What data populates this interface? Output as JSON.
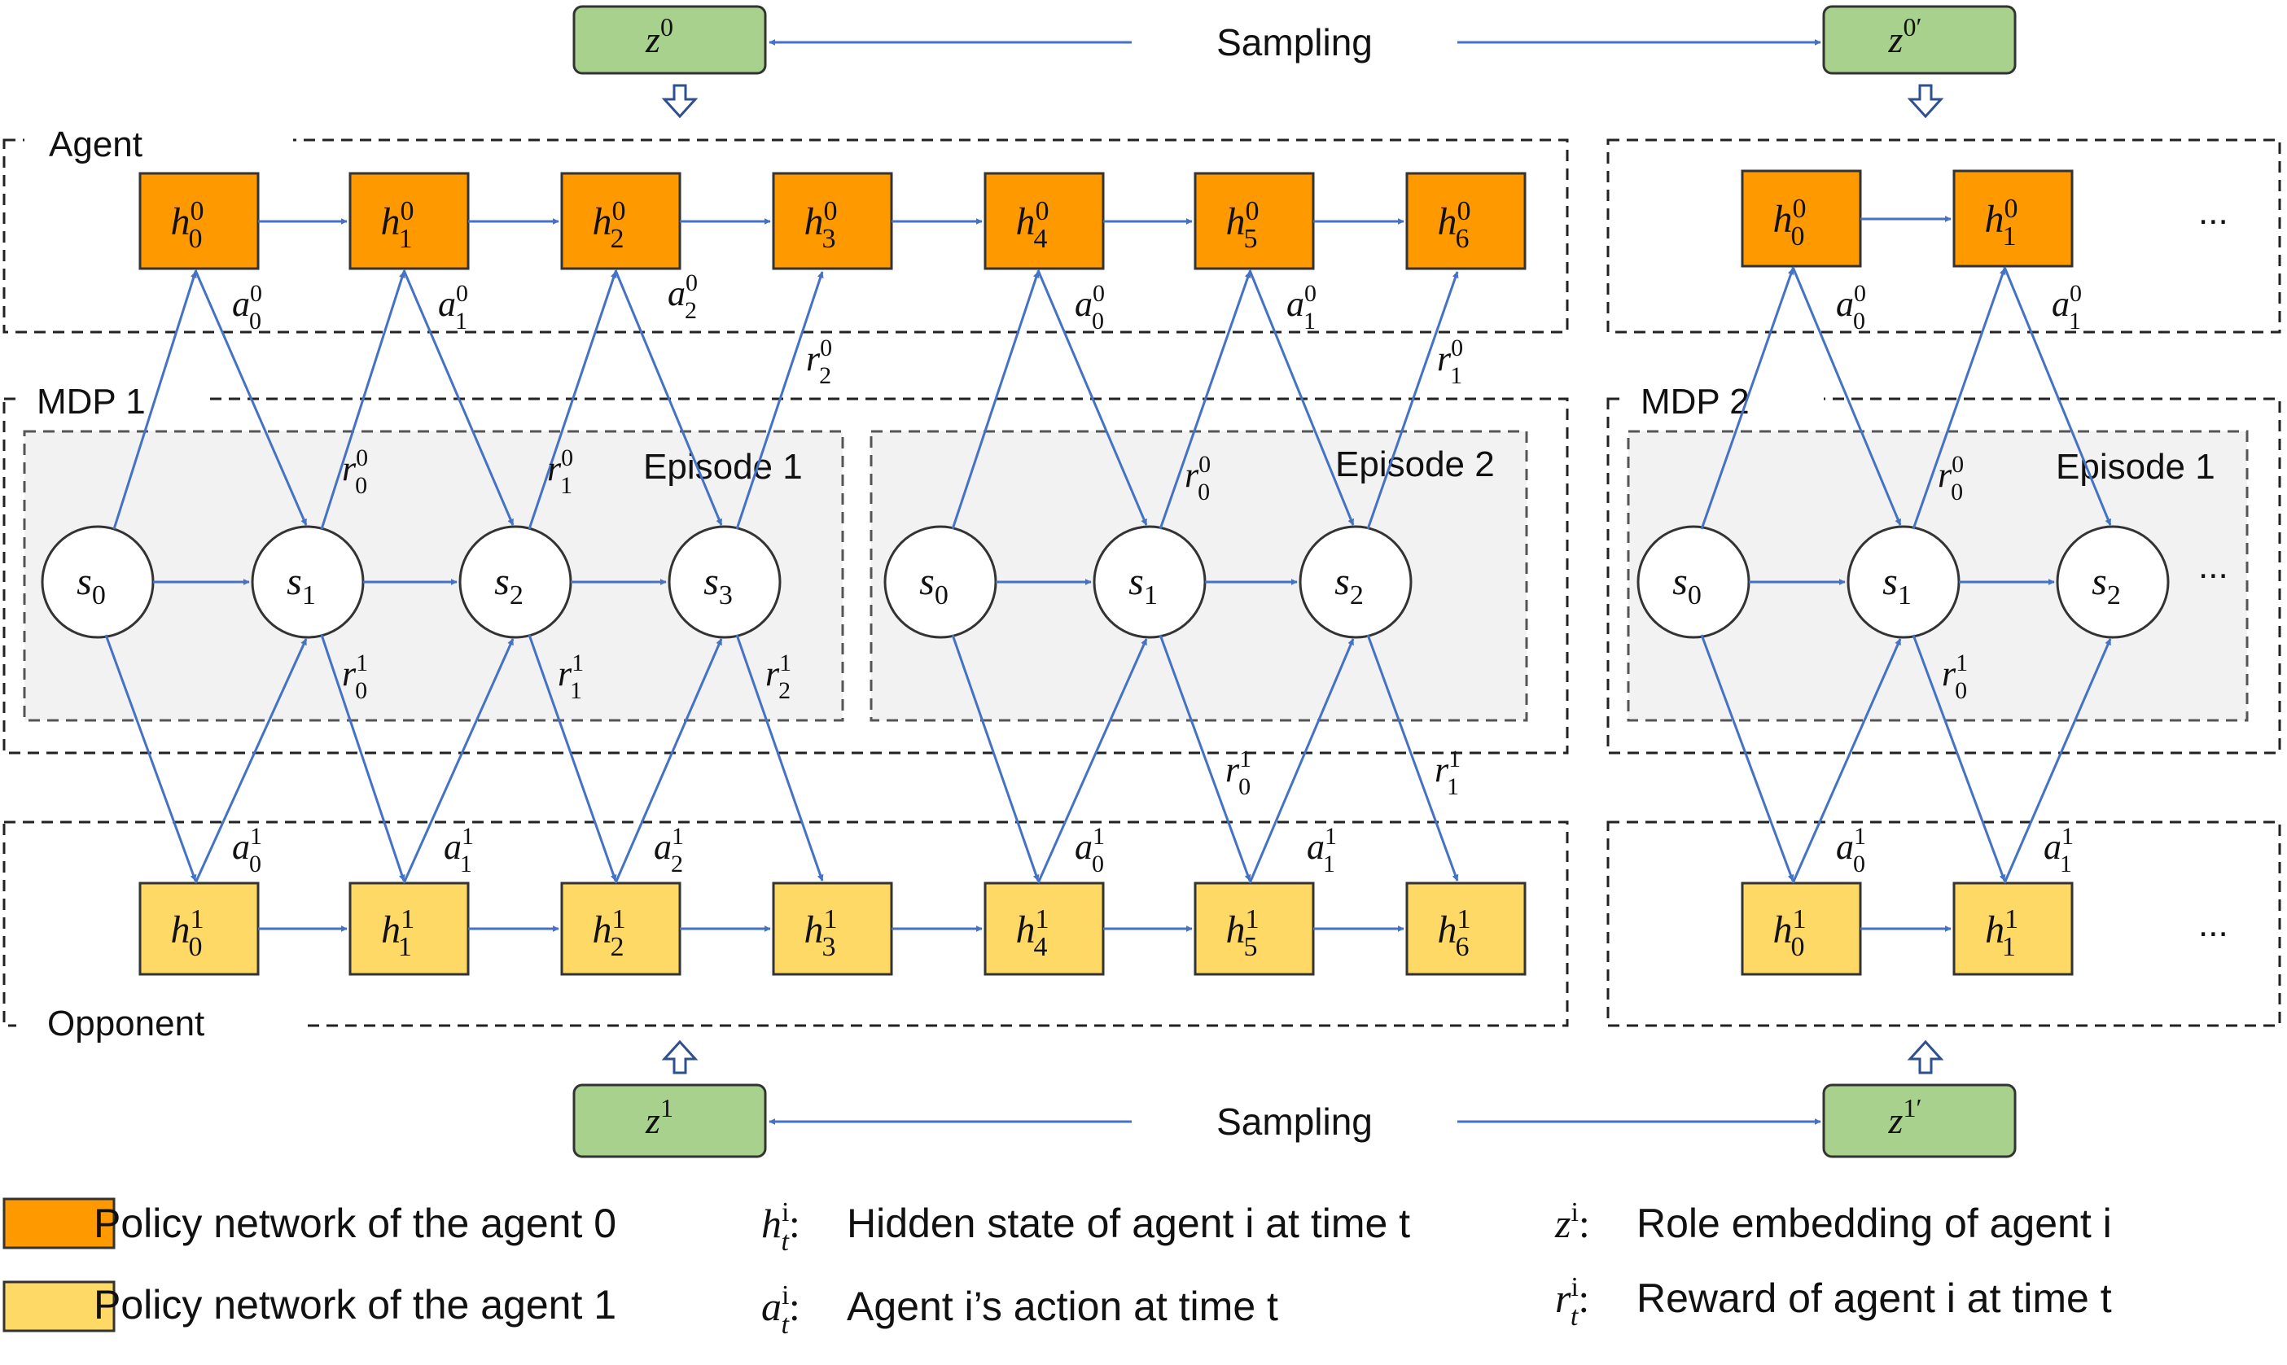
{
  "colors": {
    "agent_box": "#FF9900",
    "opponent_box": "#FFD966",
    "embedding_box": "#A9D18E",
    "episode_bg": "#F2F2F2",
    "arrow": "#4472C4",
    "box_stroke": "#333333"
  },
  "sampling": {
    "top_label": "Sampling",
    "bottom_label": "Sampling"
  },
  "regions": {
    "agent": "Agent",
    "opponent": "Opponent",
    "mdp1": "MDP 1",
    "mdp2": "MDP 2",
    "episode1": "Episode 1",
    "episode2": "Episode 2",
    "mdp2_episode1": "Episode 1"
  },
  "ellipsis": "...",
  "legend": {
    "agent0": "Policy network of the agent 0",
    "agent1": "Policy network of the agent 1",
    "hidden": "Hidden state of agent i at time t",
    "action": "Agent i’s action at time t",
    "role": "Role embedding of agent i",
    "reward": "Reward of agent i at time t"
  }
}
